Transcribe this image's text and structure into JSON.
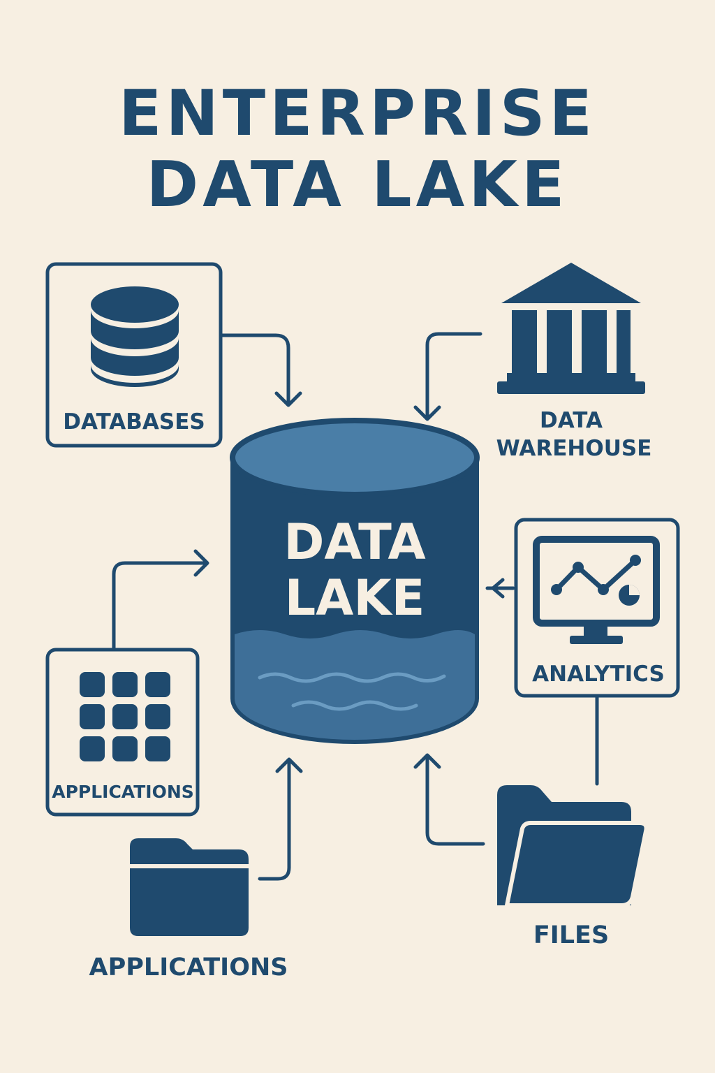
{
  "title": {
    "line1": "ENTERPRISE",
    "line2": "DATA LAKE"
  },
  "lake": {
    "line1": "DATA",
    "line2": "LAKE"
  },
  "nodes": {
    "databases": {
      "label": "DATABASES",
      "icon": "database-icon"
    },
    "warehouse": {
      "line1": "DATA",
      "line2": "WAREHOUSE",
      "icon": "bank-building-icon"
    },
    "analytics": {
      "label": "ANALYTICS",
      "icon": "monitor-chart-icon"
    },
    "applications_grid": {
      "label": "APPLICATIONS",
      "icon": "app-grid-icon"
    },
    "applications_folder": {
      "label": "APPLICATIONS",
      "icon": "folder-icon"
    },
    "files": {
      "label": "FILES",
      "icon": "open-folder-icon"
    }
  },
  "colors": {
    "background": "#f7efe2",
    "primary": "#1f4a6e",
    "lake_top": "#4a7ea7",
    "water": "#3e6f98",
    "wave": "#6b9cc2"
  }
}
